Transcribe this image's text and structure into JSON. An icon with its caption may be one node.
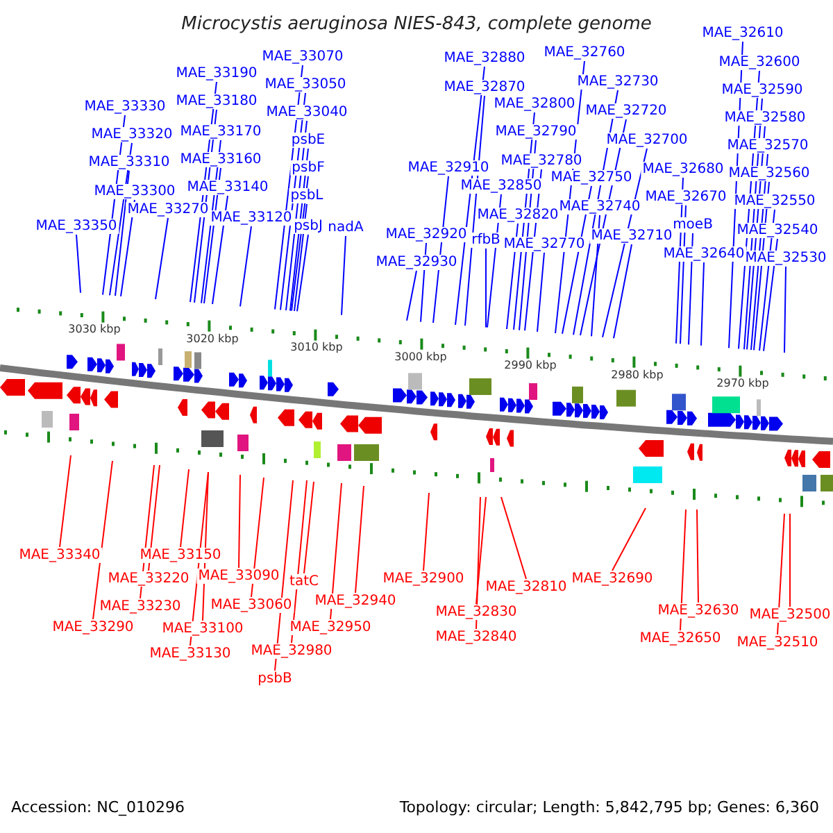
{
  "diagram": {
    "title": "Microcystis aeruginosa NIES-843, complete genome",
    "nodes": [
      {
        "text": [
          "MAE_33350"
        ]
      },
      {
        "text": [
          "MAE_33330"
        ]
      },
      {
        "text": [
          "MAE_33320"
        ]
      },
      {
        "text": [
          "MAE_33310"
        ]
      },
      {
        "text": [
          "MAE_33300"
        ]
      },
      {
        "text": [
          "MAE_33270"
        ]
      },
      {
        "text": [
          "MAE_33190"
        ]
      },
      {
        "text": [
          "MAE_33180"
        ]
      },
      {
        "text": [
          "MAE_33170"
        ]
      },
      {
        "text": [
          "MAE_33160"
        ]
      },
      {
        "text": [
          "MAE_33140"
        ]
      },
      {
        "text": [
          "MAE_33120"
        ]
      },
      {
        "text": [
          "MAE_33070"
        ]
      },
      {
        "text": [
          "MAE_33050"
        ]
      },
      {
        "text": [
          "MAE_33040"
        ]
      },
      {
        "text": [
          "psbE"
        ]
      },
      {
        "text": [
          "psbF"
        ]
      },
      {
        "text": [
          "psbL"
        ]
      },
      {
        "text": [
          "psbJ"
        ]
      },
      {
        "text": [
          "nadA"
        ]
      },
      {
        "text": [
          "MAE_32930"
        ]
      },
      {
        "text": [
          "MAE_32920"
        ]
      },
      {
        "text": [
          "MAE_32910"
        ]
      },
      {
        "text": [
          "MAE_32880"
        ]
      },
      {
        "text": [
          "MAE_32870"
        ]
      },
      {
        "text": [
          "MAE_32850"
        ]
      },
      {
        "text": [
          "rfbB"
        ]
      },
      {
        "text": [
          "MAE_32820"
        ]
      },
      {
        "text": [
          "MAE_32800"
        ]
      },
      {
        "text": [
          "MAE_32790"
        ]
      },
      {
        "text": [
          "MAE_32780"
        ]
      },
      {
        "text": [
          "MAE_32770"
        ]
      },
      {
        "text": [
          "MAE_32760"
        ]
      },
      {
        "text": [
          "MAE_32750"
        ]
      },
      {
        "text": [
          "MAE_32730"
        ]
      },
      {
        "text": [
          "MAE_32720"
        ]
      },
      {
        "text": [
          "MAE_32740"
        ]
      },
      {
        "text": [
          "MAE_32700"
        ]
      },
      {
        "text": [
          "MAE_32710"
        ]
      },
      {
        "text": [
          "MAE_32680"
        ]
      },
      {
        "text": [
          "MAE_32670"
        ]
      },
      {
        "text": [
          "moeB"
        ]
      },
      {
        "text": [
          "MAE_32640"
        ]
      },
      {
        "text": [
          "MAE_32610"
        ]
      },
      {
        "text": [
          "MAE_32600"
        ]
      },
      {
        "text": [
          "MAE_32590"
        ]
      },
      {
        "text": [
          "MAE_32580"
        ]
      },
      {
        "text": [
          "MAE_32570"
        ]
      },
      {
        "text": [
          "MAE_32560"
        ]
      },
      {
        "text": [
          "MAE_32550"
        ]
      },
      {
        "text": [
          "MAE_32540"
        ]
      },
      {
        "text": [
          "MAE_32530"
        ]
      },
      {
        "text": [
          "MAE_33340"
        ]
      },
      {
        "text": [
          "MAE_33290"
        ]
      },
      {
        "text": [
          "MAE_33150"
        ]
      },
      {
        "text": [
          "MAE_33220"
        ]
      },
      {
        "text": [
          "MAE_33230"
        ]
      },
      {
        "text": [
          "MAE_33090"
        ]
      },
      {
        "text": [
          "MAE_33060"
        ]
      },
      {
        "text": [
          "MAE_33100"
        ]
      },
      {
        "text": [
          "MAE_33130"
        ]
      },
      {
        "text": [
          "tatC"
        ]
      },
      {
        "text": [
          "MAE_32940"
        ]
      },
      {
        "text": [
          "MAE_32950"
        ]
      },
      {
        "text": [
          "MAE_32980"
        ]
      },
      {
        "text": [
          "psbB"
        ]
      },
      {
        "text": [
          "MAE_32900"
        ]
      },
      {
        "text": [
          "MAE_32810"
        ]
      },
      {
        "text": [
          "MAE_32830"
        ]
      },
      {
        "text": [
          "MAE_32840"
        ]
      },
      {
        "text": [
          "MAE_32690"
        ]
      },
      {
        "text": [
          "MAE_32630"
        ]
      },
      {
        "text": [
          "MAE_32650"
        ]
      },
      {
        "text": [
          "MAE_32500"
        ]
      },
      {
        "text": [
          "MAE_32510"
        ]
      }
    ],
    "edges": [
      {
        "from": 0,
        "to": null,
        "arrow": "none"
      },
      {
        "from": 1,
        "to": null,
        "arrow": "none"
      },
      {
        "from": 2,
        "to": null,
        "arrow": "none"
      },
      {
        "from": 3,
        "to": null,
        "arrow": "none"
      },
      {
        "from": 4,
        "to": null,
        "arrow": "none"
      },
      {
        "from": 5,
        "to": null,
        "arrow": "none"
      },
      {
        "from": 6,
        "to": null,
        "arrow": "none"
      },
      {
        "from": 7,
        "to": null,
        "arrow": "none"
      },
      {
        "from": 8,
        "to": null,
        "arrow": "none"
      },
      {
        "from": 9,
        "to": null,
        "arrow": "none"
      },
      {
        "from": 10,
        "to": null,
        "arrow": "none"
      },
      {
        "from": 11,
        "to": null,
        "arrow": "none"
      },
      {
        "from": 12,
        "to": null,
        "arrow": "none"
      },
      {
        "from": 13,
        "to": null,
        "arrow": "none"
      },
      {
        "from": 14,
        "to": null,
        "arrow": "none"
      },
      {
        "from": 15,
        "to": null,
        "arrow": "none"
      },
      {
        "from": 16,
        "to": null,
        "arrow": "none"
      },
      {
        "from": 17,
        "to": null,
        "arrow": "none"
      },
      {
        "from": 18,
        "to": null,
        "arrow": "none"
      },
      {
        "from": 19,
        "to": null,
        "arrow": "none"
      },
      {
        "from": 20,
        "to": null,
        "arrow": "none"
      },
      {
        "from": 21,
        "to": null,
        "arrow": "none"
      },
      {
        "from": 22,
        "to": null,
        "arrow": "none"
      },
      {
        "from": 23,
        "to": null,
        "arrow": "none"
      },
      {
        "from": 24,
        "to": null,
        "arrow": "none"
      },
      {
        "from": 25,
        "to": null,
        "arrow": "none"
      },
      {
        "from": 26,
        "to": null,
        "arrow": "none"
      },
      {
        "from": 27,
        "to": null,
        "arrow": "none"
      },
      {
        "from": 28,
        "to": null,
        "arrow": "none"
      },
      {
        "from": 29,
        "to": null,
        "arrow": "none"
      },
      {
        "from": 30,
        "to": null,
        "arrow": "none"
      },
      {
        "from": 31,
        "to": null,
        "arrow": "none"
      },
      {
        "from": 32,
        "to": null,
        "arrow": "none"
      },
      {
        "from": 33,
        "to": null,
        "arrow": "none"
      },
      {
        "from": 34,
        "to": null,
        "arrow": "none"
      },
      {
        "from": 35,
        "to": null,
        "arrow": "none"
      },
      {
        "from": 36,
        "to": null,
        "arrow": "none"
      },
      {
        "from": 37,
        "to": null,
        "arrow": "none"
      },
      {
        "from": 38,
        "to": null,
        "arrow": "none"
      },
      {
        "from": 39,
        "to": null,
        "arrow": "none"
      },
      {
        "from": 40,
        "to": null,
        "arrow": "none"
      },
      {
        "from": 41,
        "to": null,
        "arrow": "none"
      },
      {
        "from": 42,
        "to": null,
        "arrow": "none"
      },
      {
        "from": 43,
        "to": null,
        "arrow": "none"
      },
      {
        "from": 44,
        "to": null,
        "arrow": "none"
      },
      {
        "from": 45,
        "to": null,
        "arrow": "none"
      },
      {
        "from": 46,
        "to": null,
        "arrow": "none"
      },
      {
        "from": 47,
        "to": null,
        "arrow": "none"
      },
      {
        "from": 48,
        "to": null,
        "arrow": "none"
      },
      {
        "from": 49,
        "to": null,
        "arrow": "none"
      },
      {
        "from": 50,
        "to": null,
        "arrow": "none"
      },
      {
        "from": 51,
        "to": null,
        "arrow": "none"
      },
      {
        "from": 52,
        "to": null,
        "arrow": "none",
        "color": "#ff0000"
      },
      {
        "from": 53,
        "to": null,
        "arrow": "none",
        "color": "#ff0000"
      },
      {
        "from": 54,
        "to": null,
        "arrow": "none",
        "color": "#ff0000"
      },
      {
        "from": 55,
        "to": null,
        "arrow": "none",
        "color": "#ff0000"
      },
      {
        "from": 56,
        "to": null,
        "arrow": "none",
        "color": "#ff0000"
      },
      {
        "from": 57,
        "to": null,
        "arrow": "none",
        "color": "#ff0000"
      },
      {
        "from": 58,
        "to": null,
        "arrow": "none",
        "color": "#ff0000"
      },
      {
        "from": 59,
        "to": null,
        "arrow": "none",
        "color": "#ff0000"
      },
      {
        "from": 60,
        "to": null,
        "arrow": "none",
        "color": "#ff0000"
      },
      {
        "from": 61,
        "to": null,
        "arrow": "none",
        "color": "#ff0000"
      },
      {
        "from": 62,
        "to": null,
        "arrow": "none",
        "color": "#ff0000"
      },
      {
        "from": 63,
        "to": null,
        "arrow": "none",
        "color": "#ff0000"
      },
      {
        "from": 64,
        "to": null,
        "arrow": "none",
        "color": "#ff0000"
      },
      {
        "from": 65,
        "to": null,
        "arrow": "none",
        "color": "#ff0000"
      },
      {
        "from": 66,
        "to": null,
        "arrow": "none",
        "color": "#ff0000"
      },
      {
        "from": 67,
        "to": null,
        "arrow": "none",
        "color": "#ff0000"
      },
      {
        "from": 68,
        "to": null,
        "arrow": "none",
        "color": "#ff0000"
      },
      {
        "from": 69,
        "to": null,
        "arrow": "none",
        "color": "#ff0000"
      },
      {
        "from": 70,
        "to": null,
        "arrow": "none",
        "color": "#ff0000"
      },
      {
        "from": 71,
        "to": null,
        "arrow": "none",
        "color": "#ff0000"
      },
      {
        "from": 72,
        "to": null,
        "arrow": "none",
        "color": "#ff0000"
      },
      {
        "from": 73,
        "to": null,
        "arrow": "none",
        "color": "#ff0000"
      },
      {
        "from": 74,
        "to": null,
        "arrow": "none",
        "color": "#ff0000"
      }
    ],
    "labels": [
      "3030 kbp",
      "3020 kbp",
      "3010 kbp",
      "3000 kbp",
      "2990 kbp",
      "2980 kbp",
      "2970 kbp",
      "Accession: NC_010296",
      "Topology: circular; Length: 5,842,795 bp; Genes: 6,360"
    ]
  }
}
